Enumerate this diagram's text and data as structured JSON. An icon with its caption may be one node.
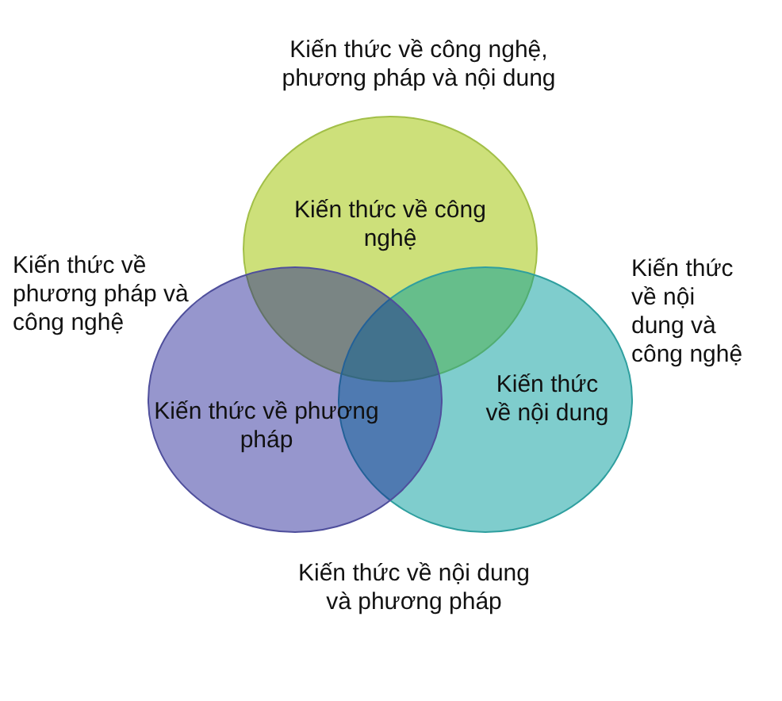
{
  "diagram": {
    "nodes": [
      {
        "text": [
          "Kiến thức về công nghệ"
        ]
      },
      {
        "text": [
          "Kiến thức về phương pháp"
        ]
      },
      {
        "text": [
          "Kiến thức về nội dung"
        ]
      }
    ],
    "labels": [
      "Kiến thức về công nghệ, phương pháp và nội dung",
      "Kiến thức về phương pháp và công nghệ",
      "Kiến thức về nội dung và công nghệ",
      "Kiến thức về nội dung và phương pháp"
    ]
  }
}
